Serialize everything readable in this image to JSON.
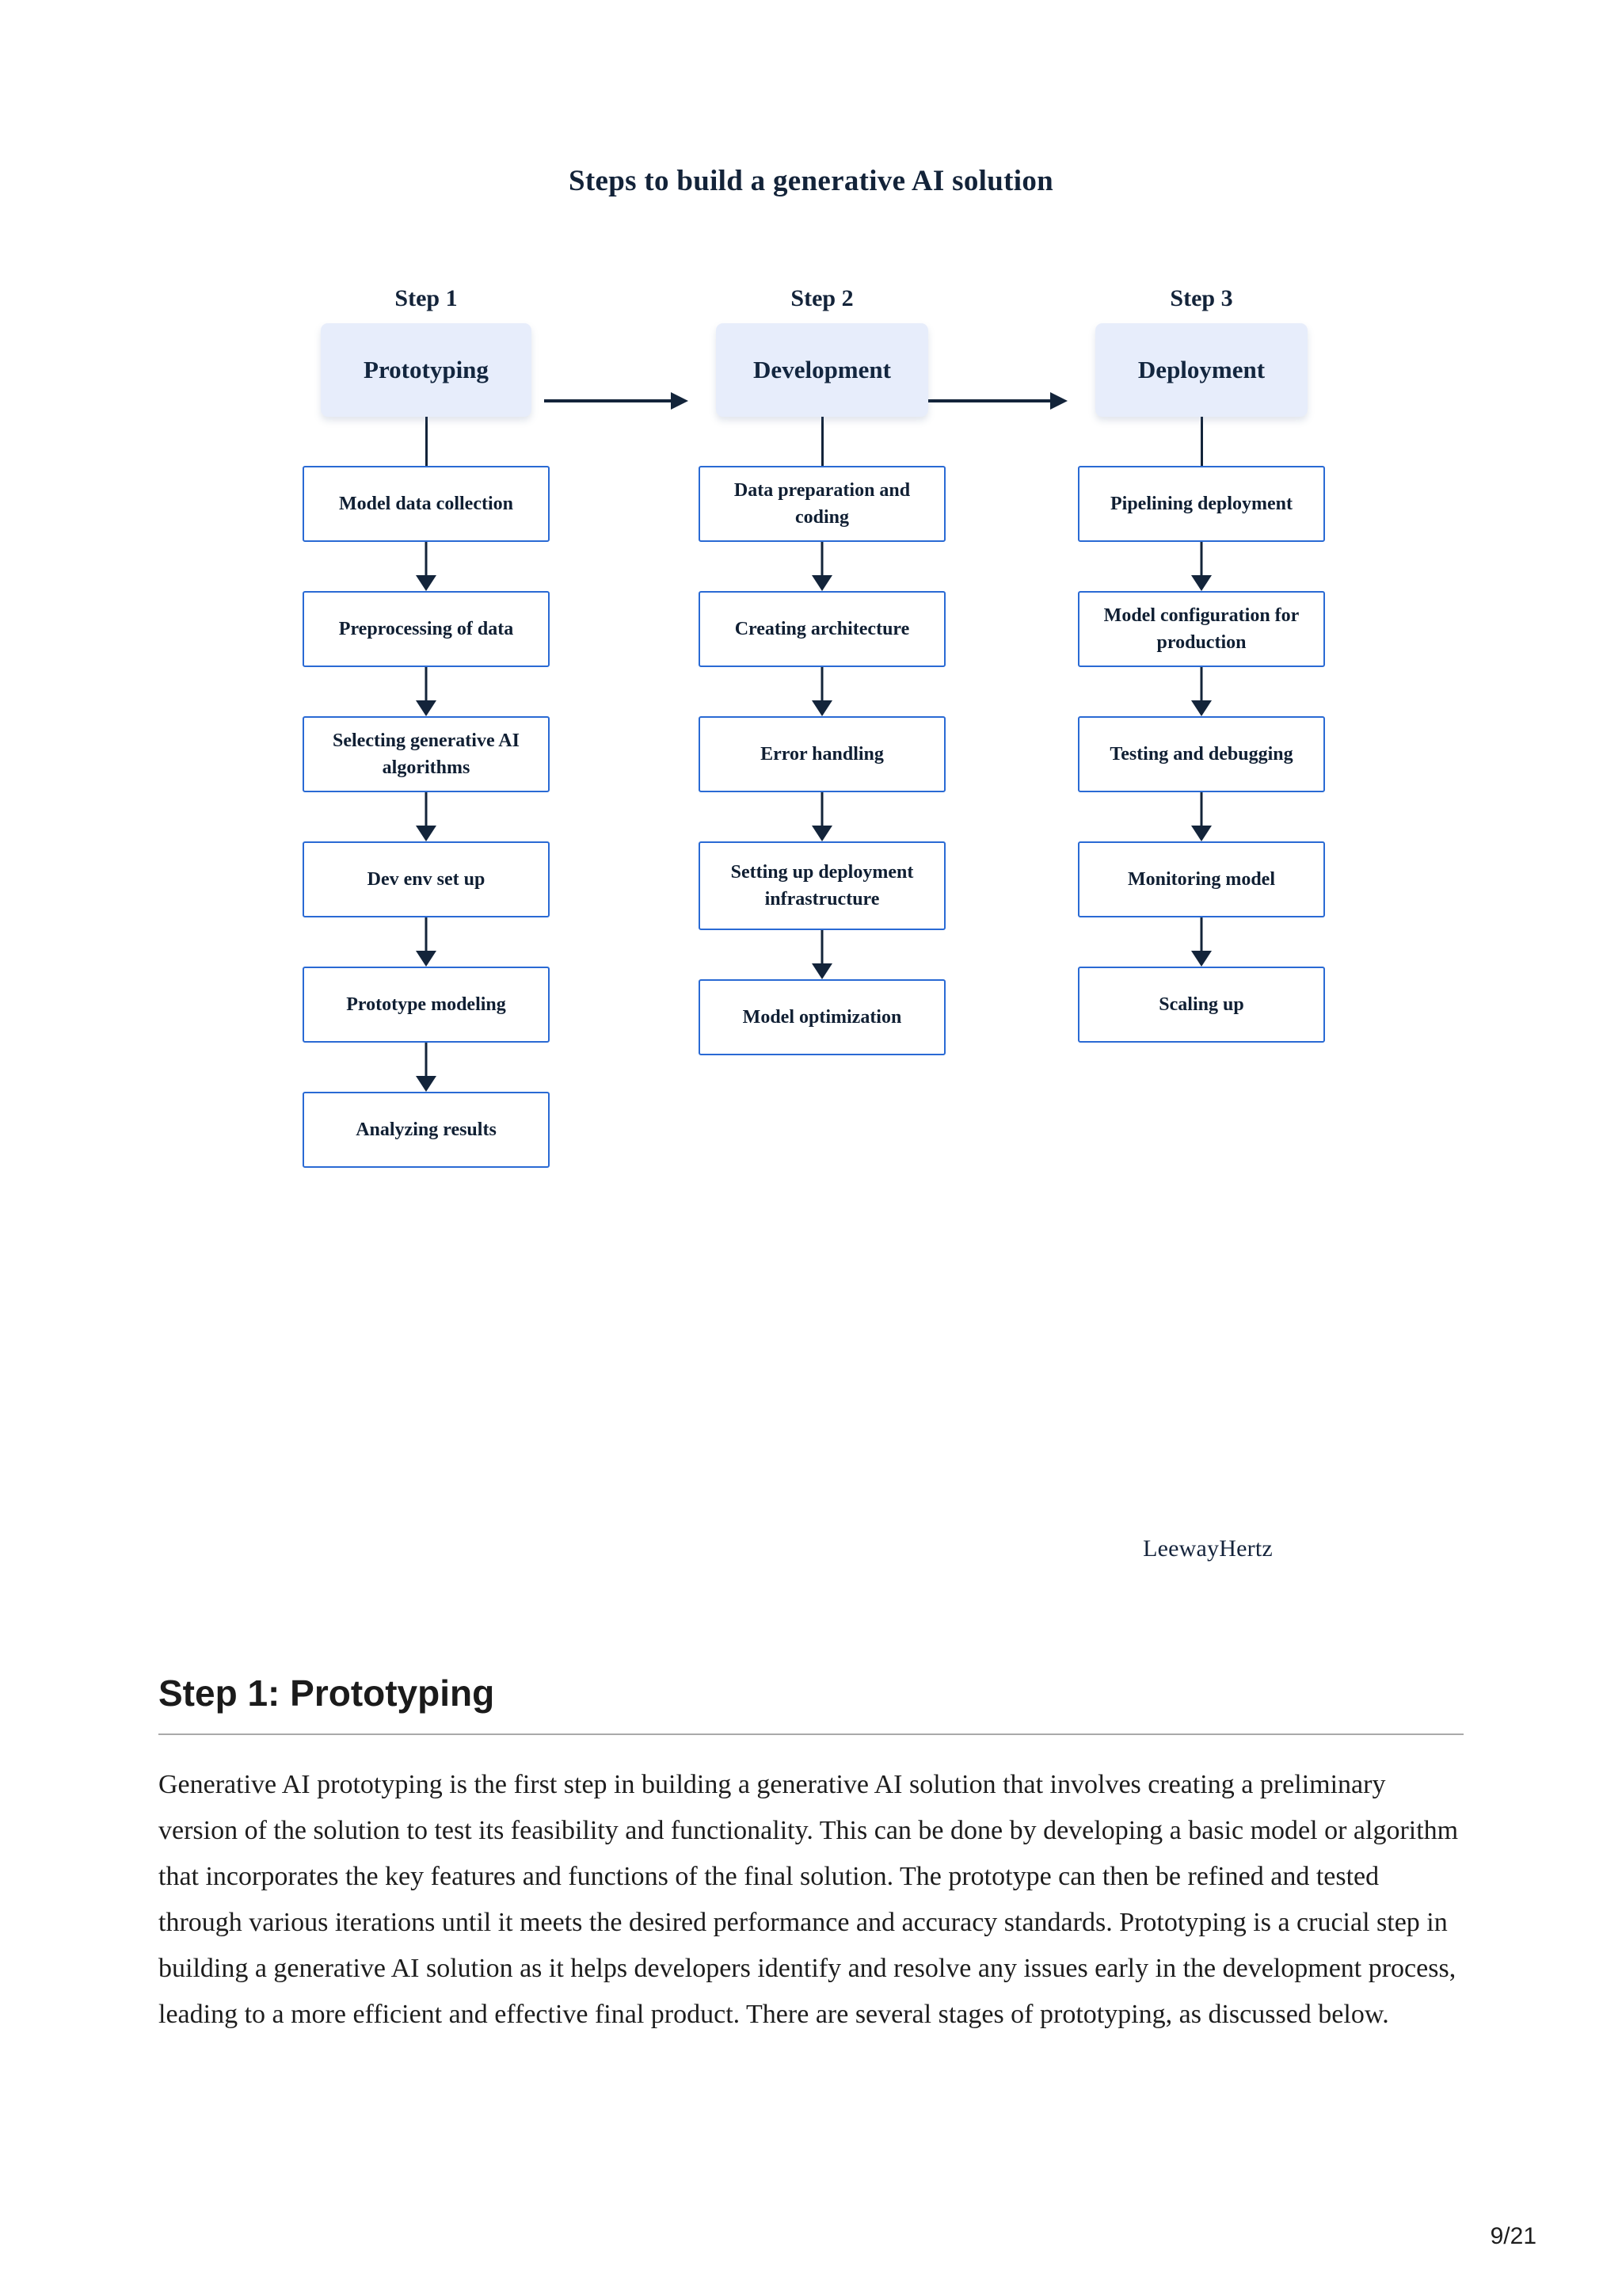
{
  "figure": {
    "title": "Steps to build a generative AI solution",
    "brand": "LeewayHertz",
    "columns": [
      {
        "step_label": "Step 1",
        "header": "Prototyping",
        "items": [
          "Model data collection",
          "Preprocessing of data",
          "Selecting generative AI algorithms",
          "Dev env set up",
          "Prototype modeling",
          "Analyzing results"
        ]
      },
      {
        "step_label": "Step 2",
        "header": "Development",
        "items": [
          "Data preparation and coding",
          "Creating architecture",
          "Error handling",
          "Setting up deployment infrastructure",
          "Model optimization"
        ]
      },
      {
        "step_label": "Step 3",
        "header": "Deployment",
        "items": [
          "Pipelining deployment",
          "Model configuration for production",
          "Testing and debugging",
          "Monitoring model",
          "Scaling up"
        ]
      }
    ],
    "colors": {
      "title_text": "#132339",
      "header_box_fill": "#e7edfb",
      "box_border": "#2a6ad4",
      "connector": "#13243a"
    }
  },
  "article": {
    "heading": "Step 1: Prototyping",
    "paragraph": "Generative AI prototyping is the first step in building a generative AI solution that involves creating a preliminary version of the solution to test its feasibility and functionality. This can be done by developing a basic model or algorithm that incorporates the key features and functions of the final solution. The prototype can then be refined and tested through various iterations until it meets the desired performance and accuracy standards. Prototyping is a crucial step in building a generative AI solution as it helps developers identify and resolve any issues early in the development process, leading to a more efficient and effective final product. There are several stages of prototyping, as discussed below."
  },
  "page_number": "9/21"
}
